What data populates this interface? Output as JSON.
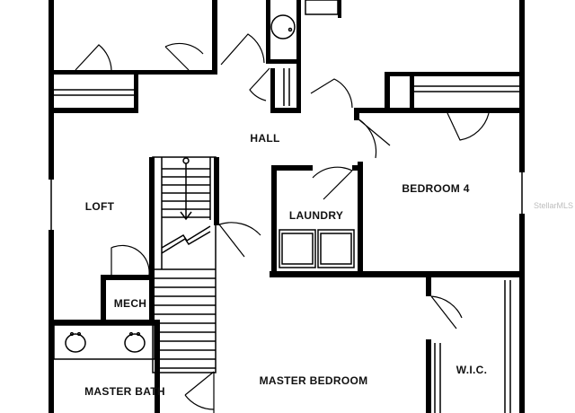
{
  "rooms": {
    "hall": "HALL",
    "loft": "LOFT",
    "bedroom4": "BEDROOM 4",
    "laundry": "LAUNDRY",
    "mech": "MECH",
    "master_bath": "MASTER BATH",
    "master_bedroom": "MASTER BEDROOM",
    "wic": "W.I.C."
  },
  "watermark": "StellarMLS"
}
